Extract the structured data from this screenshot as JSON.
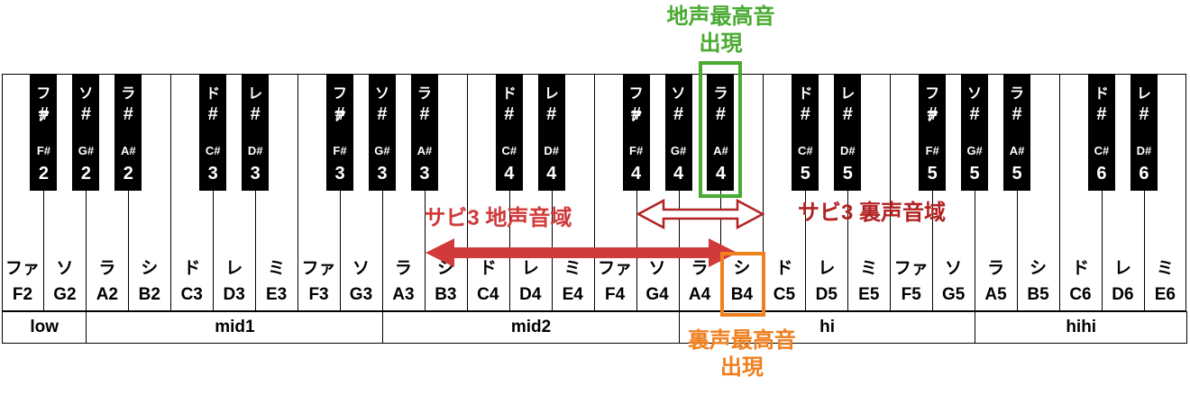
{
  "white_keys": [
    {
      "kana": "ファ",
      "name": "F2"
    },
    {
      "kana": "ソ",
      "name": "G2"
    },
    {
      "kana": "ラ",
      "name": "A2"
    },
    {
      "kana": "シ",
      "name": "B2"
    },
    {
      "kana": "ド",
      "name": "C3"
    },
    {
      "kana": "レ",
      "name": "D3"
    },
    {
      "kana": "ミ",
      "name": "E3"
    },
    {
      "kana": "ファ",
      "name": "F3"
    },
    {
      "kana": "ソ",
      "name": "G3"
    },
    {
      "kana": "ラ",
      "name": "A3"
    },
    {
      "kana": "シ",
      "name": "B3"
    },
    {
      "kana": "ド",
      "name": "C4"
    },
    {
      "kana": "レ",
      "name": "D4"
    },
    {
      "kana": "ミ",
      "name": "E4"
    },
    {
      "kana": "ファ",
      "name": "F4"
    },
    {
      "kana": "ソ",
      "name": "G4"
    },
    {
      "kana": "ラ",
      "name": "A4"
    },
    {
      "kana": "シ",
      "name": "B4"
    },
    {
      "kana": "ド",
      "name": "C5"
    },
    {
      "kana": "レ",
      "name": "D5"
    },
    {
      "kana": "ミ",
      "name": "E5"
    },
    {
      "kana": "ファ",
      "name": "F5"
    },
    {
      "kana": "ソ",
      "name": "G5"
    },
    {
      "kana": "ラ",
      "name": "A5"
    },
    {
      "kana": "シ",
      "name": "B5"
    },
    {
      "kana": "ド",
      "name": "C6"
    },
    {
      "kana": "レ",
      "name": "D6"
    },
    {
      "kana": "ミ",
      "name": "E6"
    }
  ],
  "black_keys": [
    {
      "kana": "ファ",
      "sharp": "#",
      "name": "F#",
      "octave": "2",
      "after_white": 0
    },
    {
      "kana": "ソ",
      "sharp": "#",
      "name": "G#",
      "octave": "2",
      "after_white": 1
    },
    {
      "kana": "ラ",
      "sharp": "#",
      "name": "A#",
      "octave": "2",
      "after_white": 2
    },
    {
      "kana": "ド",
      "sharp": "#",
      "name": "C#",
      "octave": "3",
      "after_white": 4
    },
    {
      "kana": "レ",
      "sharp": "#",
      "name": "D#",
      "octave": "3",
      "after_white": 5
    },
    {
      "kana": "ファ",
      "sharp": "#",
      "name": "F#",
      "octave": "3",
      "after_white": 7
    },
    {
      "kana": "ソ",
      "sharp": "#",
      "name": "G#",
      "octave": "3",
      "after_white": 8
    },
    {
      "kana": "ラ",
      "sharp": "#",
      "name": "A#",
      "octave": "3",
      "after_white": 9
    },
    {
      "kana": "ド",
      "sharp": "#",
      "name": "C#",
      "octave": "4",
      "after_white": 11
    },
    {
      "kana": "レ",
      "sharp": "#",
      "name": "D#",
      "octave": "4",
      "after_white": 12
    },
    {
      "kana": "ファ",
      "sharp": "#",
      "name": "F#",
      "octave": "4",
      "after_white": 14
    },
    {
      "kana": "ソ",
      "sharp": "#",
      "name": "G#",
      "octave": "4",
      "after_white": 15
    },
    {
      "kana": "ラ",
      "sharp": "#",
      "name": "A#",
      "octave": "4",
      "after_white": 16
    },
    {
      "kana": "ド",
      "sharp": "#",
      "name": "C#",
      "octave": "5",
      "after_white": 18
    },
    {
      "kana": "レ",
      "sharp": "#",
      "name": "D#",
      "octave": "5",
      "after_white": 19
    },
    {
      "kana": "ファ",
      "sharp": "#",
      "name": "F#",
      "octave": "5",
      "after_white": 21
    },
    {
      "kana": "ソ",
      "sharp": "#",
      "name": "G#",
      "octave": "5",
      "after_white": 22
    },
    {
      "kana": "ラ",
      "sharp": "#",
      "name": "A#",
      "octave": "5",
      "after_white": 23
    },
    {
      "kana": "ド",
      "sharp": "#",
      "name": "C#",
      "octave": "6",
      "after_white": 25
    },
    {
      "kana": "レ",
      "sharp": "#",
      "name": "D#",
      "octave": "6",
      "after_white": 26
    }
  ],
  "ranges": [
    {
      "label": "low",
      "from_key": 0,
      "to_key": 1
    },
    {
      "label": "mid1",
      "from_key": 2,
      "to_key": 8
    },
    {
      "label": "mid2",
      "from_key": 9,
      "to_key": 15
    },
    {
      "label": "hi",
      "from_key": 16,
      "to_key": 22
    },
    {
      "label": "hihi",
      "from_key": 23,
      "to_key": 27
    }
  ],
  "annotations": {
    "chest_top": {
      "line1": "地声最高音",
      "line2": "出現",
      "color": "#4aaa32",
      "key": "A#4"
    },
    "falsetto_top": {
      "line1": "裏声最高音",
      "line2": "出現",
      "color": "#f07f1e",
      "key": "B4"
    },
    "chest_range": {
      "label": "サビ3 地声音域",
      "color": "#d03a3a",
      "from_key": "A3",
      "to_key": "A4"
    },
    "falsetto_range": {
      "label": "サビ3 裏声音域",
      "color": "#b22222",
      "from_key": "G4",
      "to_key": "B4"
    }
  }
}
